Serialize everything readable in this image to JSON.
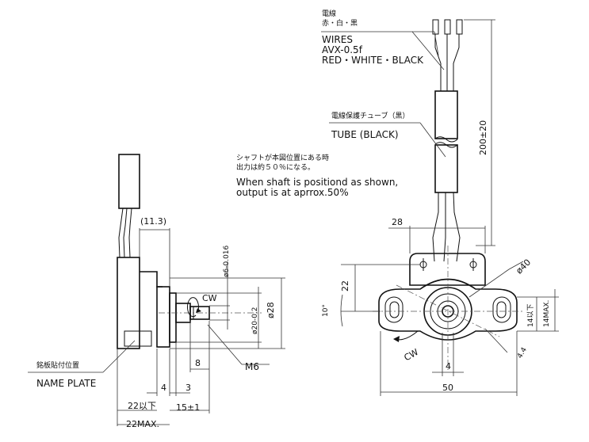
{
  "wires": {
    "jp": "電線",
    "colors_jp": "赤・白・黒",
    "en": "WIRES",
    "spec": "AVX-0.5f",
    "colors": "RED・WHITE・BLACK"
  },
  "tube": {
    "jp": "電線保護チューブ（黒）",
    "en": "TUBE (BLACK)"
  },
  "shaft_note": {
    "jp1": "シャフトが本図位置にある時",
    "jp2": "出力は約５０％になる。",
    "en1": "When shaft is positiond as shown,",
    "en2": "output is at aprrox.50%"
  },
  "name_plate": {
    "jp": "銘板貼付位置",
    "en": "NAME PLATE"
  },
  "dims": {
    "d11_3": "(11.3)",
    "d6": "ø6-0.016",
    "d20": "ø20-0.2",
    "d28": "ø28",
    "cw_side": "CW",
    "d8": "8",
    "m6": "M6",
    "d4": "4",
    "d3": "3",
    "d22lower": "22以下",
    "d15": "15±1",
    "d22max": "22MAX.",
    "d200": "200±20",
    "d28top": "28",
    "d22": "22",
    "d40": "ø40",
    "d10": "10°",
    "d14lower": "14以下",
    "d14max": "14MAX.",
    "d44": "4.4",
    "cw_front": "CW",
    "d4front": "4",
    "d50": "50"
  }
}
